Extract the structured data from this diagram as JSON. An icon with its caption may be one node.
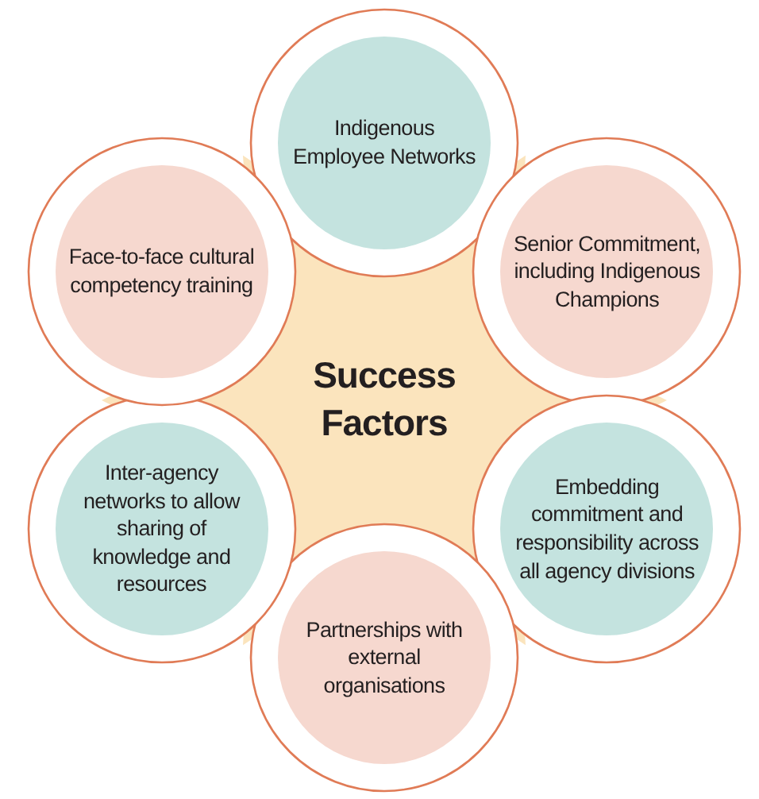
{
  "diagram": {
    "nodes": [
      {
        "text": [
          "Success Factors"
        ]
      },
      {
        "text": [
          "Indigenous Employee Networks"
        ]
      },
      {
        "text": [
          "Senior Commitment, including Indigenous Champions"
        ]
      },
      {
        "text": [
          "Embedding commitment and responsibility across all agency divisions"
        ]
      },
      {
        "text": [
          "Partnerships with external organisations"
        ]
      },
      {
        "text": [
          "Inter-agency networks to allow sharing of knowledge and resources"
        ]
      },
      {
        "text": [
          "Face-to-face cultural competency training"
        ]
      }
    ]
  }
}
